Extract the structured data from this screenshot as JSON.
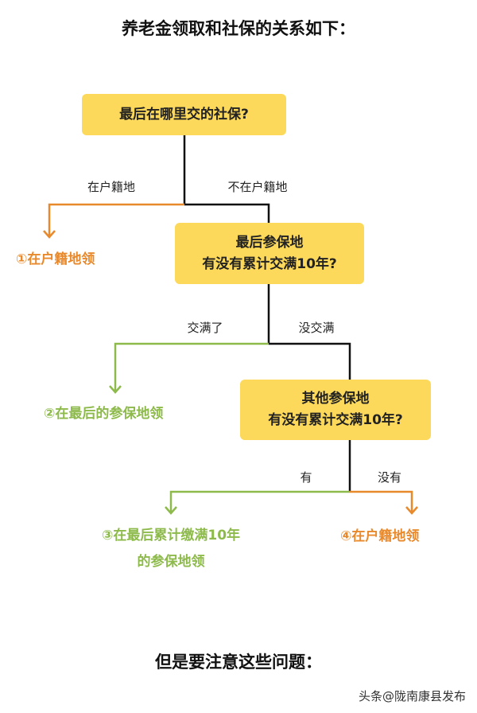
{
  "title": "养老金领取和社保的关系如下：",
  "box1": {
    "text": "最后在哪里交的社保?"
  },
  "branch1": {
    "left": "在户籍地",
    "right": "不在户籍地"
  },
  "result1": "①在户籍地领",
  "box2": {
    "line1": "最后参保地",
    "line2": "有没有累计交满10年?"
  },
  "branch2": {
    "left": "交满了",
    "right": "没交满"
  },
  "result2": "②在最后的参保地领",
  "box3": {
    "line1": "其他参保地",
    "line2": "有没有累计交满10年?"
  },
  "branch3": {
    "left": "有",
    "right": "没有"
  },
  "result3": {
    "line1": "③在最后累计缴满10年",
    "line2": "的参保地领"
  },
  "result4": "④在户籍地领",
  "footer": "但是要注意这些问题：",
  "watermark": "头条@陇南康县发布",
  "colors": {
    "box": "#fcd95a",
    "orange": "#e8892c",
    "green": "#8dba4b",
    "line": "#111111"
  }
}
